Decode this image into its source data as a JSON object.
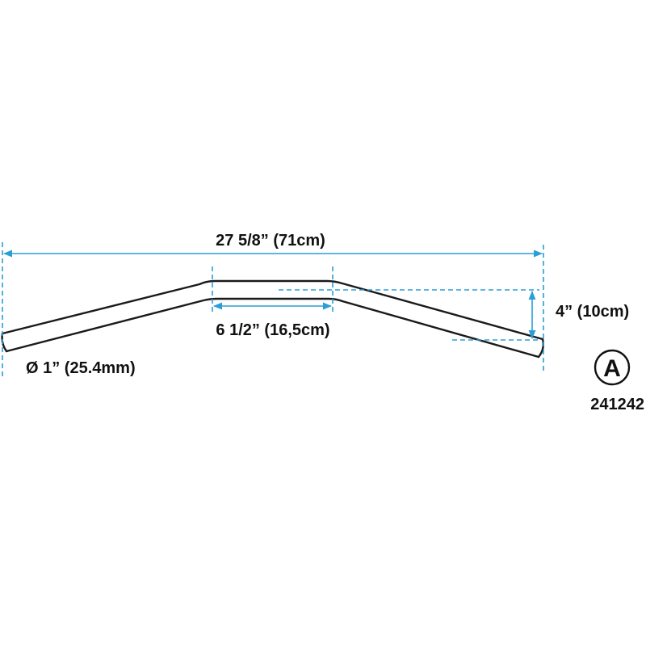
{
  "dimensions": {
    "overall_width": "27 5/8” (71cm)",
    "center_width": "6 1/2” (16,5cm)",
    "rise": "4” (10cm)",
    "diameter": "Ø 1” (25.4mm)"
  },
  "badge": {
    "letter": "A",
    "part_number": "241242"
  },
  "colors": {
    "dimension_line": "#2a9fd6",
    "outline": "#1a1a1a"
  }
}
